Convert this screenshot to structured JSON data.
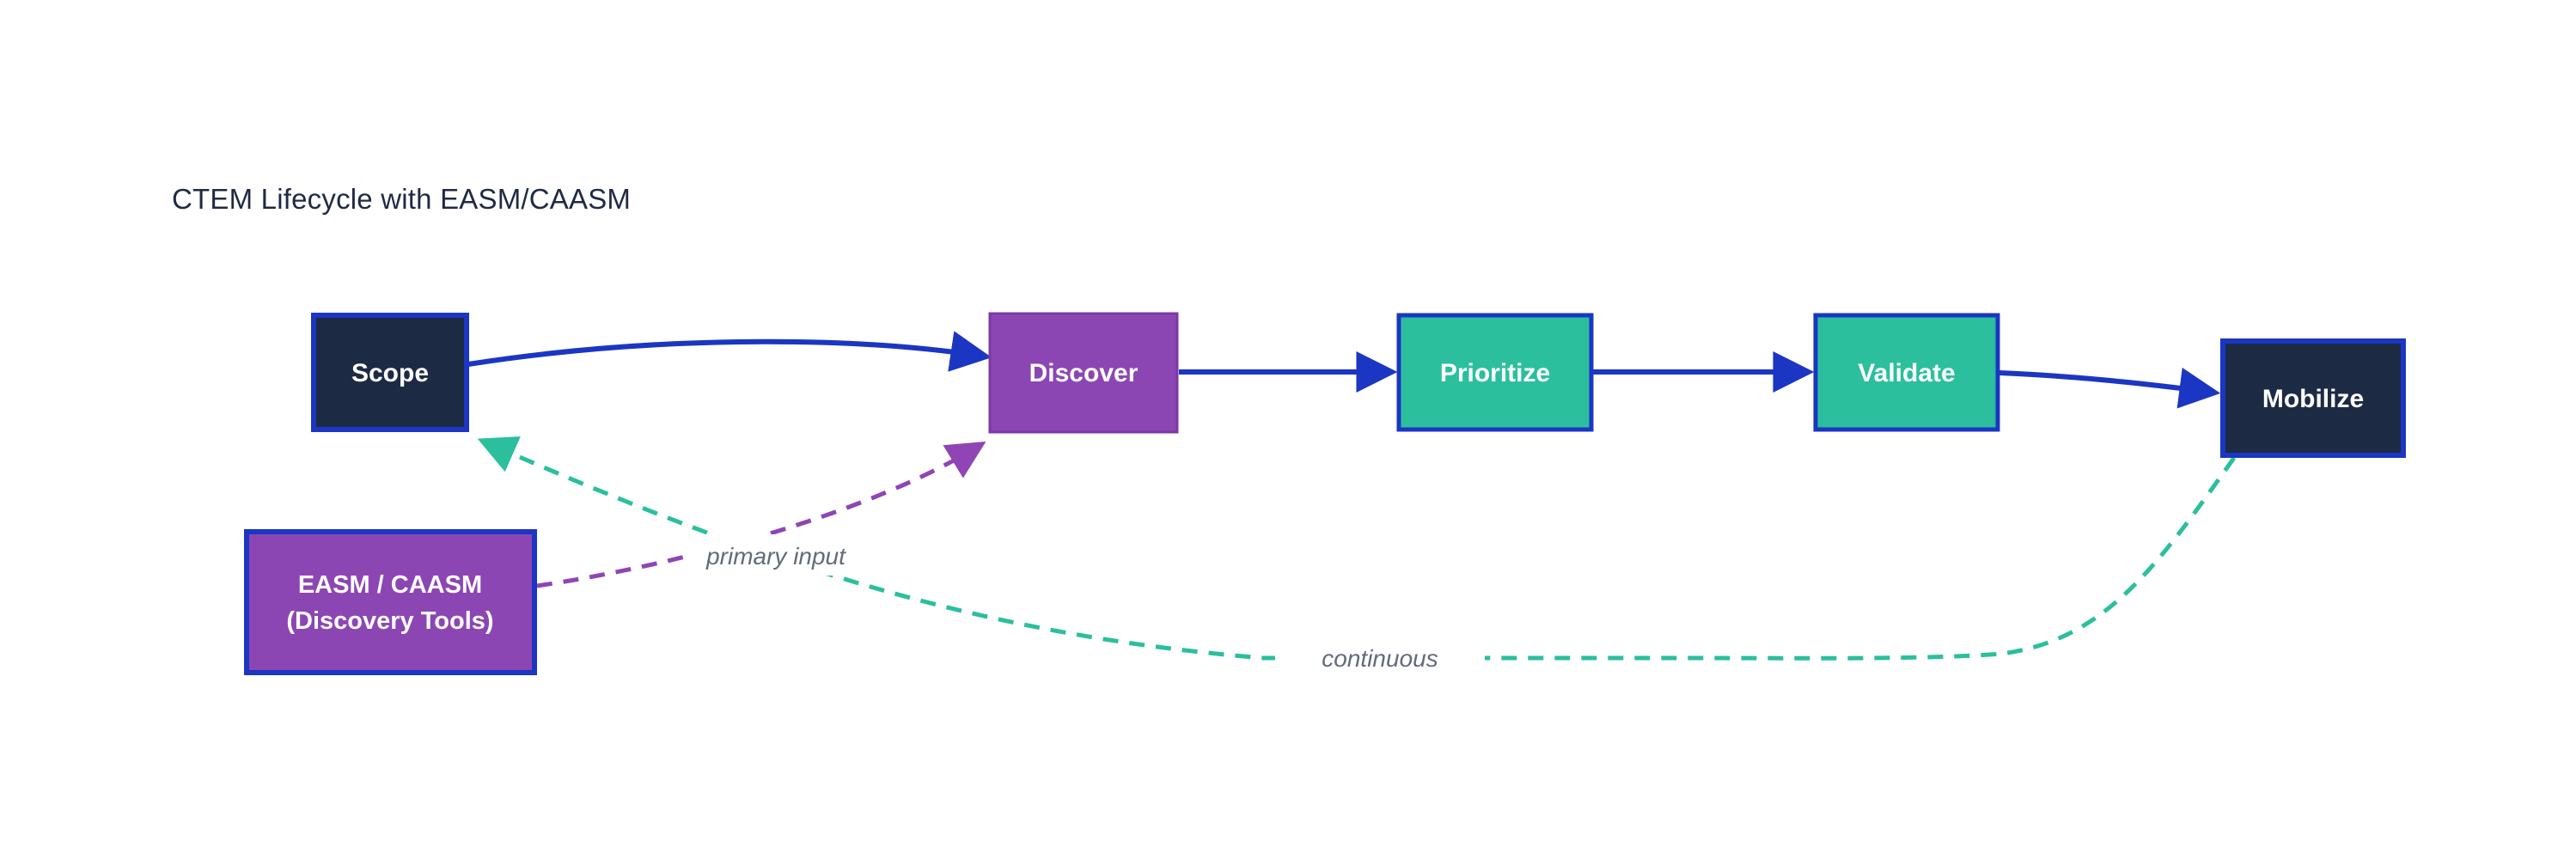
{
  "title": "CTEM Lifecycle with EASM/CAASM",
  "colors": {
    "bg": "#ffffff",
    "title_text": "#1f2a44",
    "dark_navy": "#1d2a44",
    "blue": "#1b36c3",
    "purple": "#8c46b3",
    "purple_border": "#7b39a6",
    "purple_dash": "#8f45b4",
    "teal": "#2bbf9d",
    "node_text": "#ffffff",
    "label_gray": "#636a7a"
  },
  "nodes": [
    {
      "id": "scope",
      "label": "Scope",
      "style": "dark-navy-blue-border"
    },
    {
      "id": "discover",
      "label": "Discover",
      "style": "purple"
    },
    {
      "id": "prioritize",
      "label": "Prioritize",
      "style": "teal-blue-border"
    },
    {
      "id": "validate",
      "label": "Validate",
      "style": "teal-blue-border"
    },
    {
      "id": "mobilize",
      "label": "Mobilize",
      "style": "dark-navy-blue-border"
    },
    {
      "id": "easm",
      "label_line1": "EASM / CAASM",
      "label_line2": "(Discovery Tools)",
      "style": "purple-blue-border"
    }
  ],
  "edges": [
    {
      "from": "scope",
      "to": "discover",
      "style": "solid-blue",
      "label": ""
    },
    {
      "from": "discover",
      "to": "prioritize",
      "style": "solid-blue",
      "label": ""
    },
    {
      "from": "prioritize",
      "to": "validate",
      "style": "solid-blue",
      "label": ""
    },
    {
      "from": "validate",
      "to": "mobilize",
      "style": "solid-blue",
      "label": ""
    },
    {
      "from": "easm",
      "to": "discover",
      "style": "dashed-purple",
      "label": "primary input"
    },
    {
      "from": "mobilize",
      "to": "scope",
      "style": "dashed-teal",
      "label": "continuous"
    }
  ]
}
